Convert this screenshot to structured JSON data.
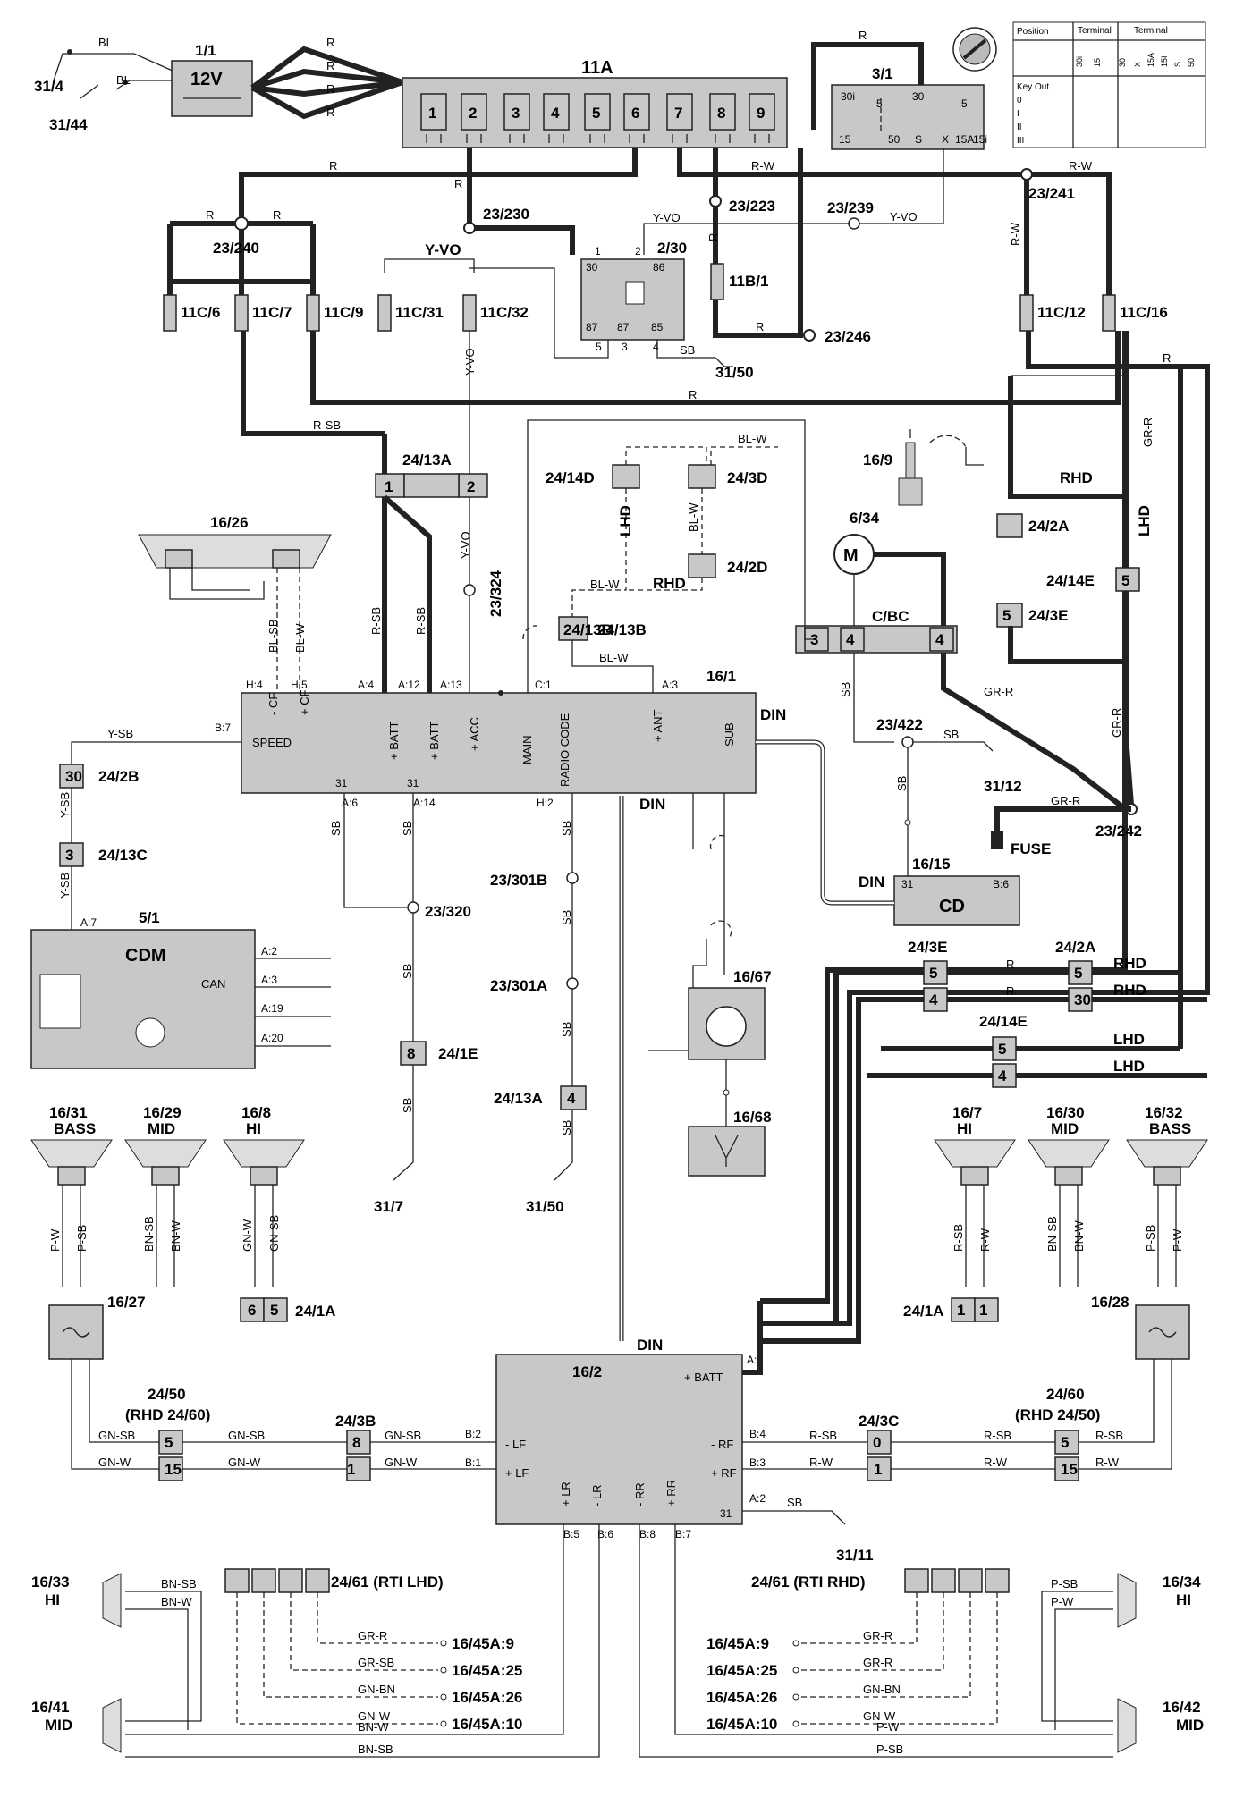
{
  "battery": {
    "id": "1/1",
    "volt": "12V"
  },
  "grounds": {
    "g1": "31/4",
    "g2": "31/44",
    "g3": "31/50",
    "g4": "31/12",
    "g5": "31/7",
    "g6": "31/50",
    "g7": "31/11"
  },
  "fusebox": {
    "id": "11A",
    "pins": [
      "1",
      "2",
      "3",
      "4",
      "5",
      "6",
      "7",
      "8",
      "9"
    ]
  },
  "ignition": {
    "id": "3/1",
    "t30": "30",
    "t30i": "30i",
    "t5": "5",
    "t15": "15",
    "t50": "50",
    "tS": "S",
    "tX": "X",
    "t15A": "15A",
    "t15i": "15i"
  },
  "keytable": {
    "h1": "Position",
    "h2": "Terminal",
    "h3": "Terminal",
    "cols": [
      "30i",
      "15",
      "30",
      "X",
      "15A",
      "15I",
      "S",
      "50"
    ],
    "rows": [
      "Key Out",
      "0",
      "I",
      "II",
      "III"
    ]
  },
  "splices": {
    "s240": "23/240",
    "s230": "23/230",
    "s223": "23/223",
    "s239": "23/239",
    "s241": "23/241",
    "s246": "23/246",
    "s324": "23/324",
    "s422": "23/422",
    "s242": "23/242",
    "s320": "23/320",
    "s301b": "23/301B",
    "s301a": "23/301A"
  },
  "relay": {
    "id": "2/30",
    "p30": "30",
    "p86": "86",
    "p87a": "87",
    "p87b": "87",
    "p85": "85",
    "n1": "1",
    "n2": "2",
    "n3": "3",
    "n4": "4",
    "n5": "5"
  },
  "fuses": {
    "f1": "11C/6",
    "f2": "11C/7",
    "f3": "11C/9",
    "f4": "11C/31",
    "f5": "11C/32",
    "f6": "11B/1",
    "f7": "11C/12",
    "f8": "11C/16"
  },
  "connectors": {
    "c24_13A": "24/13A",
    "c24_14D": "24/14D",
    "c24_3D": "24/3D",
    "c24_2D": "24/2D",
    "c24_13B": "24/13B",
    "c24_2A": "24/2A",
    "c24_14E": "24/14E",
    "c24_3E": "24/3E",
    "c24_2B": "24/2B",
    "c24_13C": "24/13C",
    "c24_1E": "24/1E",
    "c24_13A_b": "24/13A",
    "c24_1A": "24/1A",
    "c24_3B": "24/3B",
    "c24_3C": "24/3C",
    "c24_50": "24/50",
    "c24_50rhd": "(RHD 24/60)",
    "c24_60": "24/60",
    "c24_60rhd": "(RHD 24/50)",
    "c24_61l": "24/61 (RTI LHD)",
    "c24_61r": "24/61 (RTI RHD)",
    "c24_3E_b": "24/3E",
    "c24_2A_b": "24/2A",
    "c24_14E_b": "24/14E"
  },
  "components": {
    "speakers_top": "16/26",
    "radio": "16/1",
    "antenna_motor": "16/9",
    "motor": "6/34",
    "cbc": "C/BC",
    "cd_id": "16/15",
    "cd": "CD",
    "fuse": "FUSE",
    "cdm_id": "5/1",
    "cdm": "CDM",
    "can": "CAN",
    "amp_ant": "16/67",
    "ant": "16/68",
    "amp": "16/2",
    "filter_l": "16/27",
    "filter_r": "16/28"
  },
  "radio_pins": {
    "h4": "H:4",
    "h5": "H:5",
    "a4": "A:4",
    "a12": "A:12",
    "a13": "A:13",
    "c1": "C:1",
    "a3": "A:3",
    "b7": "B:7",
    "a6": "A:6",
    "a14": "A:14",
    "h2": "H:2",
    "t31a": "31",
    "t31b": "31",
    "cf1": "- CF",
    "cf2": "+ CF",
    "batt1": "+ BATT",
    "batt2": "+ BATT",
    "acc": "+ ACC",
    "main": "MAIN",
    "radiocode": "RADIO CODE",
    "ant": "+ ANT",
    "sub": "SUB",
    "speed": "SPEED",
    "din": "DIN",
    "din2": "DIN"
  },
  "cdm_pins": {
    "a7": "A:7",
    "a2": "A:2",
    "a3": "A:3",
    "a19": "A:19",
    "a20": "A:20"
  },
  "amp_pins": {
    "batt": "+ BATT",
    "a1": "A:1",
    "b2": "B:2",
    "b1": "B:1",
    "lf1": "- LF",
    "lf2": "+ LF",
    "b4": "B:4",
    "b3": "B:3",
    "rf1": "- RF",
    "rf2": "+ RF",
    "a2": "A:2",
    "t31": "31",
    "b5": "B:5",
    "b6": "B:6",
    "b8": "B:8",
    "b7": "B:7",
    "lr1": "+ LR",
    "lr2": "- LR",
    "rr1": "- RR",
    "rr2": "+ RR",
    "din": "DIN"
  },
  "speakers": {
    "s1631": "16/31",
    "s1631t": "BASS",
    "s1629": "16/29",
    "s1629t": "MID",
    "s168": "16/8",
    "s168t": "HI",
    "s167": "16/7",
    "s167t": "HI",
    "s1630": "16/30",
    "s1630t": "MID",
    "s1632": "16/32",
    "s1632t": "BASS",
    "s1633": "16/33",
    "s1633t": "HI",
    "s1641": "16/41",
    "s1641t": "MID",
    "s1634": "16/34",
    "s1634t": "HI",
    "s1642": "16/42",
    "s1642t": "MID"
  },
  "rti_refs": {
    "l1": "16/45A:9",
    "l2": "16/45A:25",
    "l3": "16/45A:26",
    "l4": "16/45A:10",
    "r1": "16/45A:9",
    "r2": "16/45A:25",
    "r3": "16/45A:26",
    "r4": "16/45A:10"
  },
  "wires": {
    "BL": "BL",
    "R": "R",
    "RW": "R-W",
    "YVO": "Y-VO",
    "SB": "SB",
    "RSB": "R-SB",
    "BLW": "BL-W",
    "BLSB": "BL-SB",
    "GRR": "GR-R",
    "YSB": "Y-SB",
    "PW": "P-W",
    "PSB": "P-SB",
    "BNSB": "BN-SB",
    "BNW": "BN-W",
    "GNW": "GN-W",
    "GNSB": "GN-SB",
    "GRSB": "GR-SB",
    "GNBN": "GN-BN",
    "RHD": "RHD",
    "LHD": "LHD"
  }
}
